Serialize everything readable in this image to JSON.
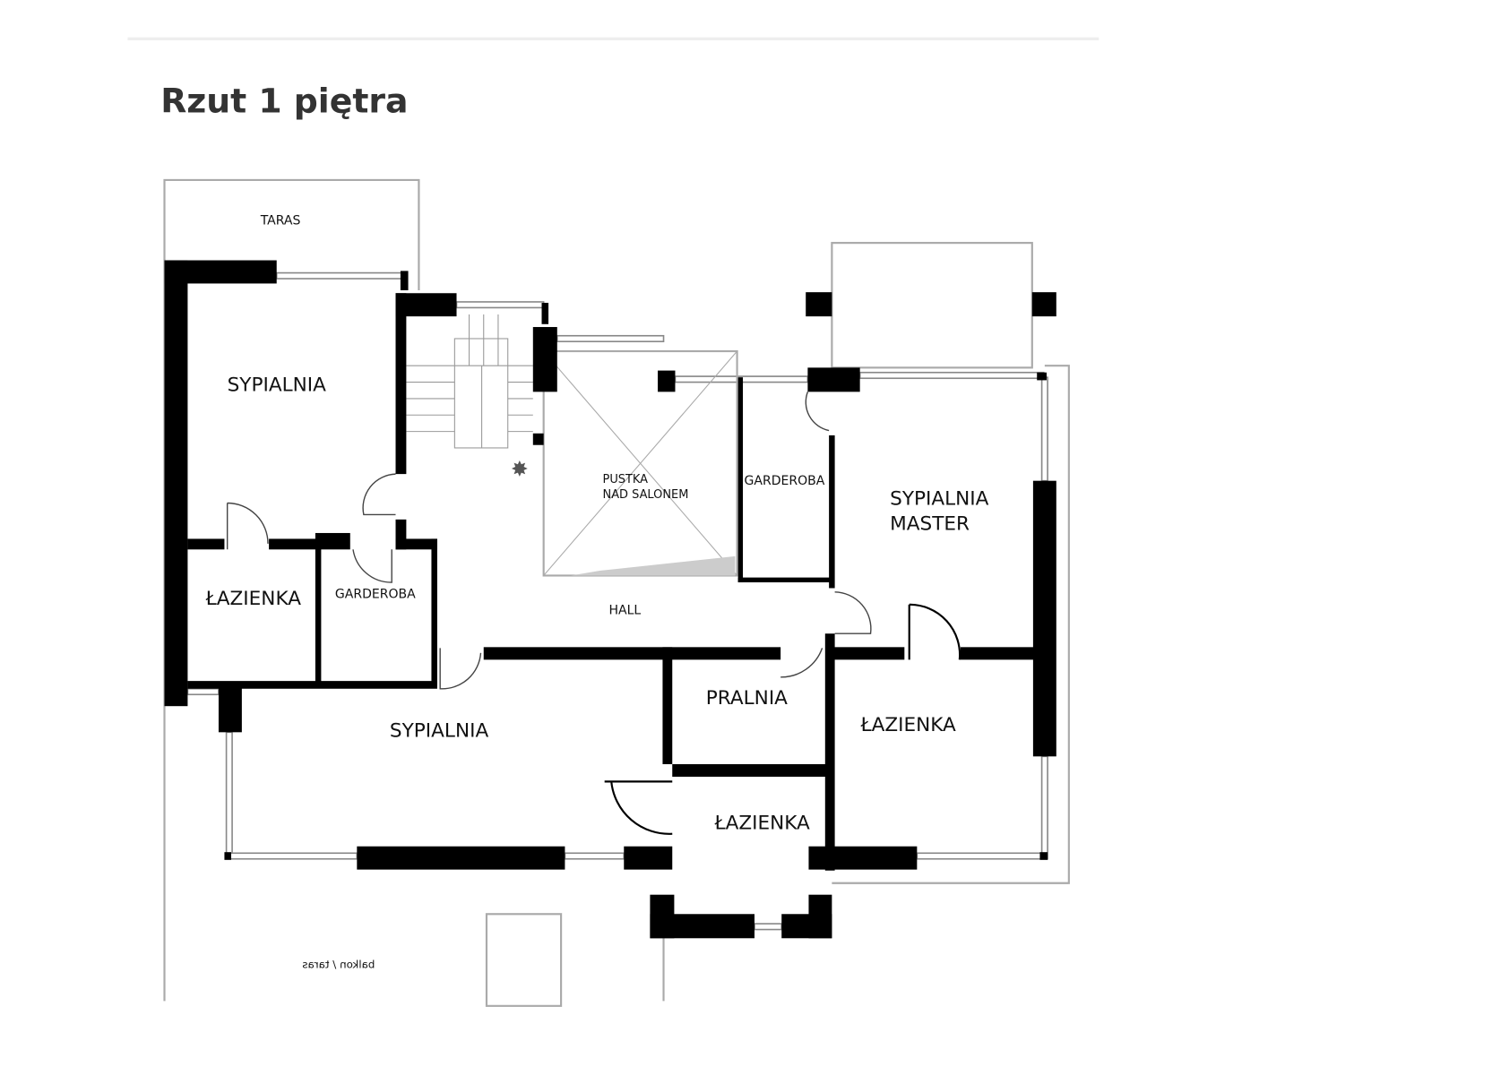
{
  "page": {
    "title": "Rzut 1 piętra"
  },
  "floorplan": {
    "rooms": {
      "taras_top": "TARAS",
      "sypialnia_left": "SYPIALNIA",
      "lazienka_left": "ŁAZIENKA",
      "garderoba_left": "GARDEROBA",
      "pustka_line1": "PUSTKA",
      "pustka_line2": "NAD SALONEM",
      "garderoba_right": "GARDEROBA",
      "master_line1": "SYPIALNIA",
      "master_line2": "MASTER",
      "hall": "HALL",
      "pralnia": "PRALNIA",
      "lazienka_right": "ŁAZIENKA",
      "sypialnia_bottom": "SYPIALNIA",
      "lazienka_bottom": "ŁAZIENKA",
      "balkon": "balkon / taras"
    }
  }
}
